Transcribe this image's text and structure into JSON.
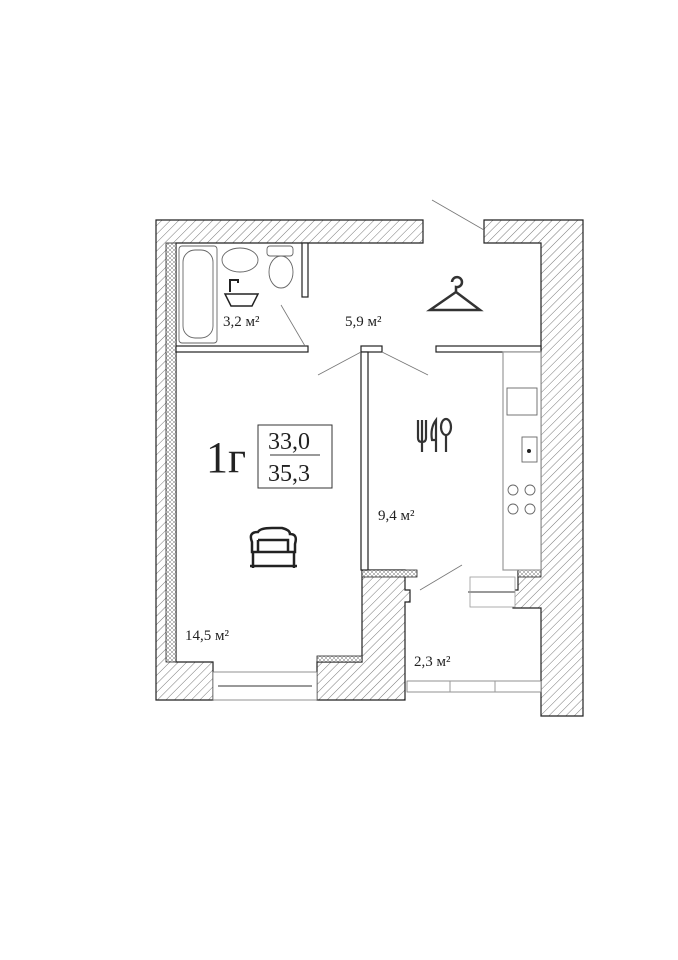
{
  "plan": {
    "type_label": "1г",
    "living_area": "33,0",
    "total_area": "35,3"
  },
  "rooms": [
    {
      "name": "bathroom",
      "area": "3,2 м²"
    },
    {
      "name": "hallway",
      "area": "5,9 м²"
    },
    {
      "name": "kitchen",
      "area": "9,4 м²"
    },
    {
      "name": "living-room",
      "area": "14,5 м²"
    },
    {
      "name": "balcony",
      "area": "2,3 м²"
    }
  ],
  "icons": [
    "hanger-icon",
    "cutlery-icon",
    "sofa-icon",
    "bathtub-icon",
    "sink-icon",
    "toilet-icon",
    "stove-icon"
  ],
  "colors": {
    "wall": "#222222",
    "hatch": "#555555"
  }
}
